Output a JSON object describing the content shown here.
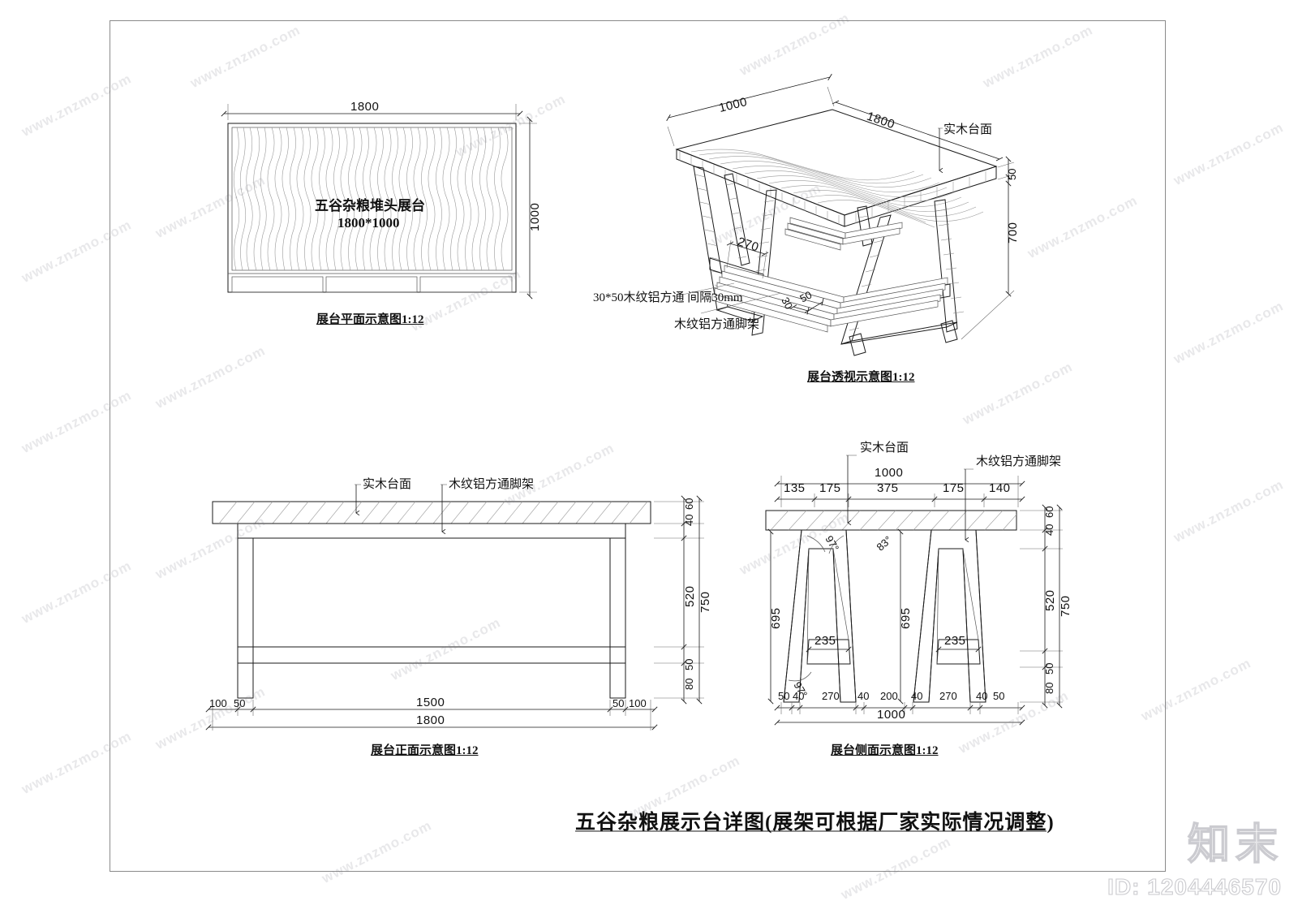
{
  "sheet": {
    "title": "五谷杂粮展示台详图(展架可根据厂家实际情况调整)",
    "watermark_text": "www.znzmo.com",
    "watermark_logo": "知末",
    "watermark_id": "ID: 1204446570"
  },
  "views": {
    "plan": {
      "caption": "展台平面示意图1:12",
      "board_label_line1": "五谷杂粮堆头展台",
      "board_label_line2": "1800*1000",
      "dim_width": "1800",
      "dim_height": "1000"
    },
    "perspective": {
      "caption": "展台透视示意图1:12",
      "dim_depth": "1000",
      "dim_width": "1800",
      "dim_top_thickness": "50",
      "dim_leg_height": "700",
      "dim_shelf_width": "270",
      "dim_slat_a": "30",
      "dim_slat_b": "50",
      "note_top": "实木台面",
      "note_slat": "30*50木纹铝方通  间隔30mm",
      "note_frame": "木纹铝方通脚架"
    },
    "front": {
      "caption": "展台正面示意图1:12",
      "note_top": "实木台面",
      "note_frame": "木纹铝方通脚架",
      "dim_bottom": [
        {
          "value": "100"
        },
        {
          "value": "50"
        },
        {
          "value": "1500"
        },
        {
          "value": "50"
        },
        {
          "value": "100"
        }
      ],
      "dim_overall": "1800",
      "dim_right": [
        {
          "value": "40"
        },
        {
          "value": "60"
        },
        {
          "value": "520"
        },
        {
          "value": "750"
        },
        {
          "value": "80"
        },
        {
          "value": "50"
        }
      ]
    },
    "side": {
      "caption": "展台侧面示意图1:12",
      "note_top": "实木台面",
      "note_frame": "木纹铝方通脚架",
      "dim_top_overall": "1000",
      "dim_top_chain": [
        "135",
        "175",
        "375",
        "175",
        "140"
      ],
      "dim_bottom_chain": [
        "50",
        "40",
        "270",
        "40",
        "200",
        "40",
        "270",
        "40",
        "50"
      ],
      "dim_bottom_overall": "1000",
      "dim_leg_height_left": "695",
      "dim_leg_height_right": "695",
      "dim_leg_spread_left": "235",
      "dim_leg_spread_right": "235",
      "angle_a": "97°",
      "angle_b": "83°",
      "angle_c": "97°",
      "dim_right": [
        {
          "value": "40"
        },
        {
          "value": "60"
        },
        {
          "value": "520"
        },
        {
          "value": "750"
        },
        {
          "value": "80"
        },
        {
          "value": "50"
        }
      ]
    }
  }
}
